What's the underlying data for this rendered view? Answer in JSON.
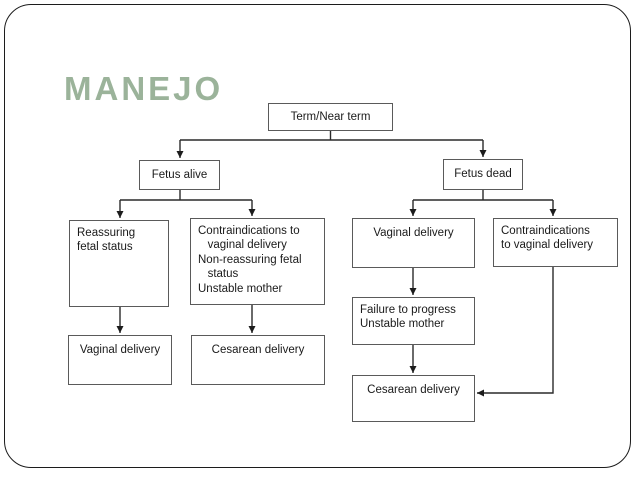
{
  "slide": {
    "title": "MANEJO"
  },
  "colors": {
    "title_green": "#9bb39a",
    "line": "#2a2a2a",
    "box_border": "#5a5a5a"
  },
  "flowchart": {
    "term": "Term/Near term",
    "fetus_alive": "Fetus alive",
    "fetus_dead": "Fetus dead",
    "reassuring": "Reassuring\nfetal status",
    "contra_left": "Contraindications to\n   vaginal delivery\nNon-reassuring fetal\n   status\nUnstable mother",
    "vaginal_mid": "Vaginal delivery",
    "contra_right": "Contraindications\nto vaginal delivery",
    "vaginal_outcome": "Vaginal delivery",
    "cesarean_left": "Cesarean delivery",
    "failure": "Failure to progress\nUnstable mother",
    "cesarean_right": "Cesarean delivery"
  }
}
